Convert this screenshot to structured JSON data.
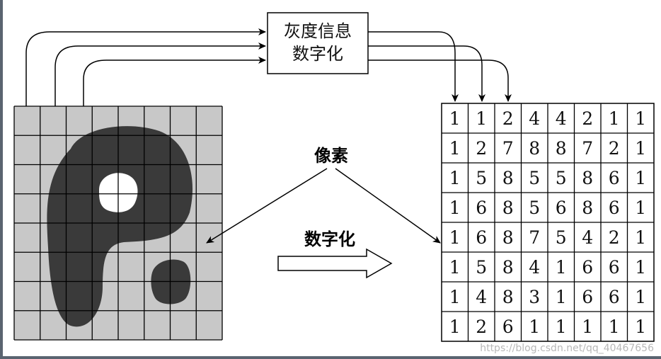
{
  "box_label": {
    "line1": "灰度信息",
    "line2": "数字化"
  },
  "pixel_label": "像素",
  "digitize_label": "数字化",
  "watermark": "https://blog.csdn.net/qq_40467656",
  "colors": {
    "grid_fill": "#c8c8c8",
    "blob": "#3a3a3a",
    "line": "#000000",
    "background": "#ffffff",
    "frame": "#5a6470"
  },
  "grid": {
    "rows": 8,
    "cols": 8
  },
  "matrix": [
    [
      1,
      1,
      2,
      4,
      4,
      2,
      1,
      1
    ],
    [
      1,
      2,
      7,
      8,
      8,
      7,
      2,
      1
    ],
    [
      1,
      5,
      8,
      5,
      5,
      8,
      6,
      1
    ],
    [
      1,
      6,
      8,
      5,
      6,
      8,
      6,
      1
    ],
    [
      1,
      6,
      8,
      7,
      5,
      4,
      2,
      1
    ],
    [
      1,
      5,
      8,
      4,
      1,
      6,
      6,
      1
    ],
    [
      1,
      4,
      8,
      3,
      1,
      6,
      6,
      1
    ],
    [
      1,
      2,
      6,
      1,
      1,
      1,
      1,
      1
    ]
  ]
}
